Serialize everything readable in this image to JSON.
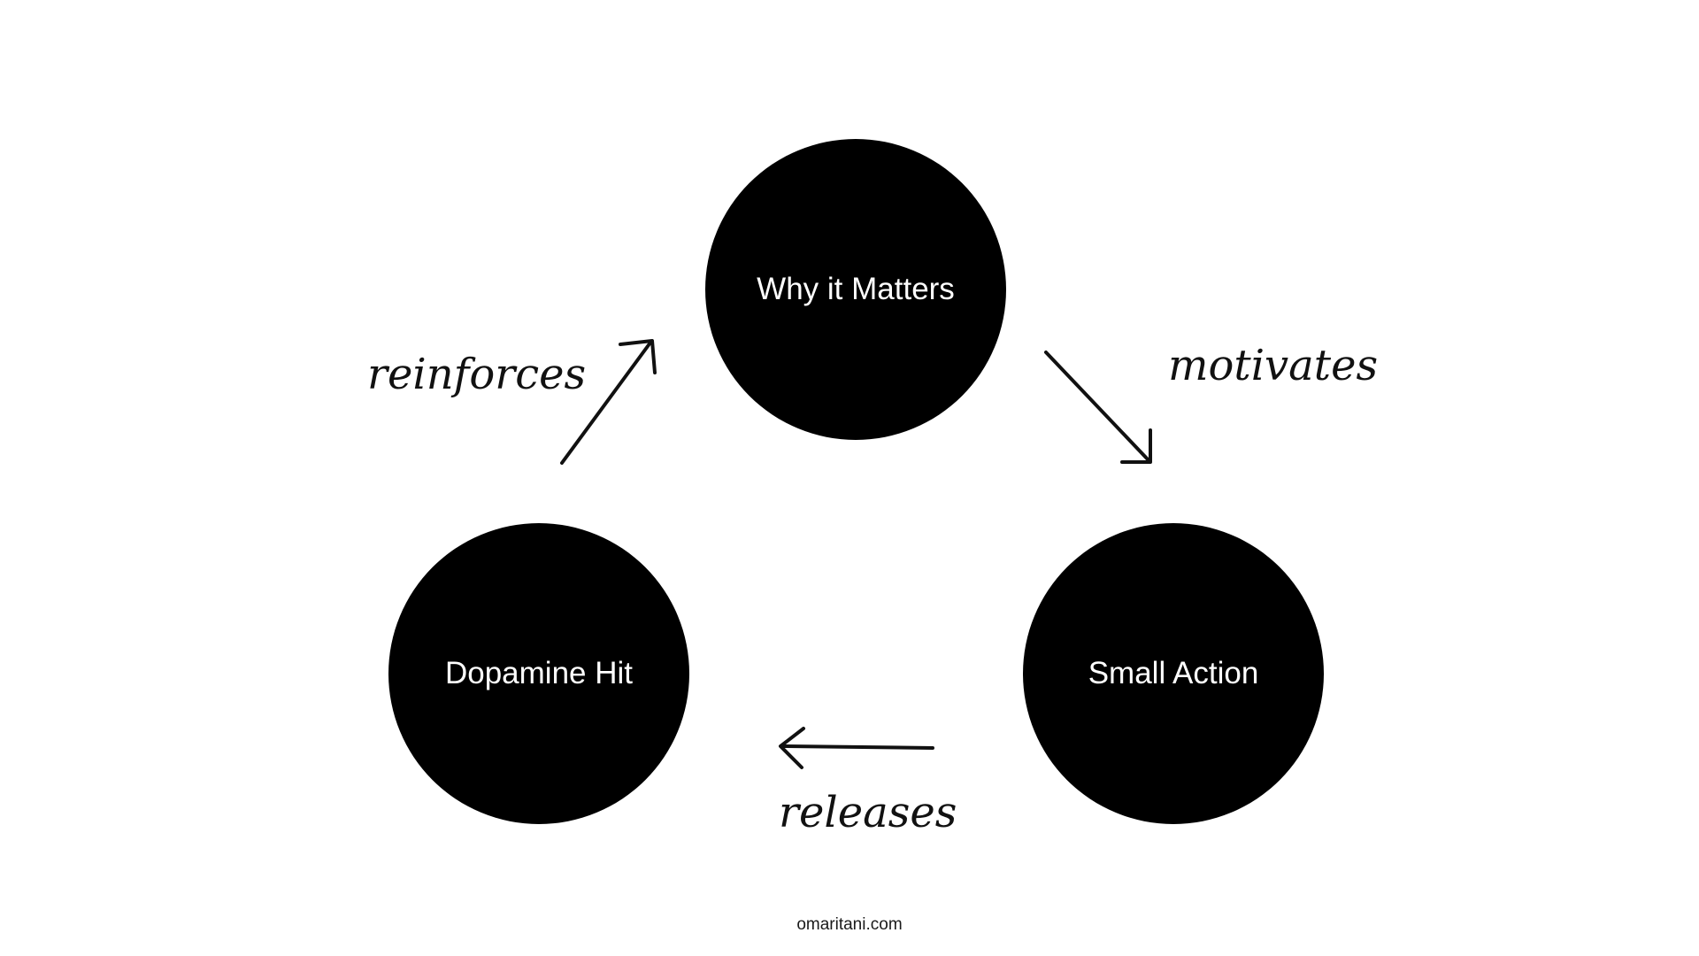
{
  "nodes": {
    "top": "Why it Matters",
    "right": "Small Action",
    "left": "Dopamine Hit"
  },
  "edges": {
    "top_to_right": "motivates",
    "right_to_left": "releases",
    "left_to_top": "reinforces"
  },
  "footer": "omaritani.com",
  "colors": {
    "background": "#ffffff",
    "node_fill": "#000000",
    "node_text": "#ffffff",
    "ink": "#111111"
  }
}
